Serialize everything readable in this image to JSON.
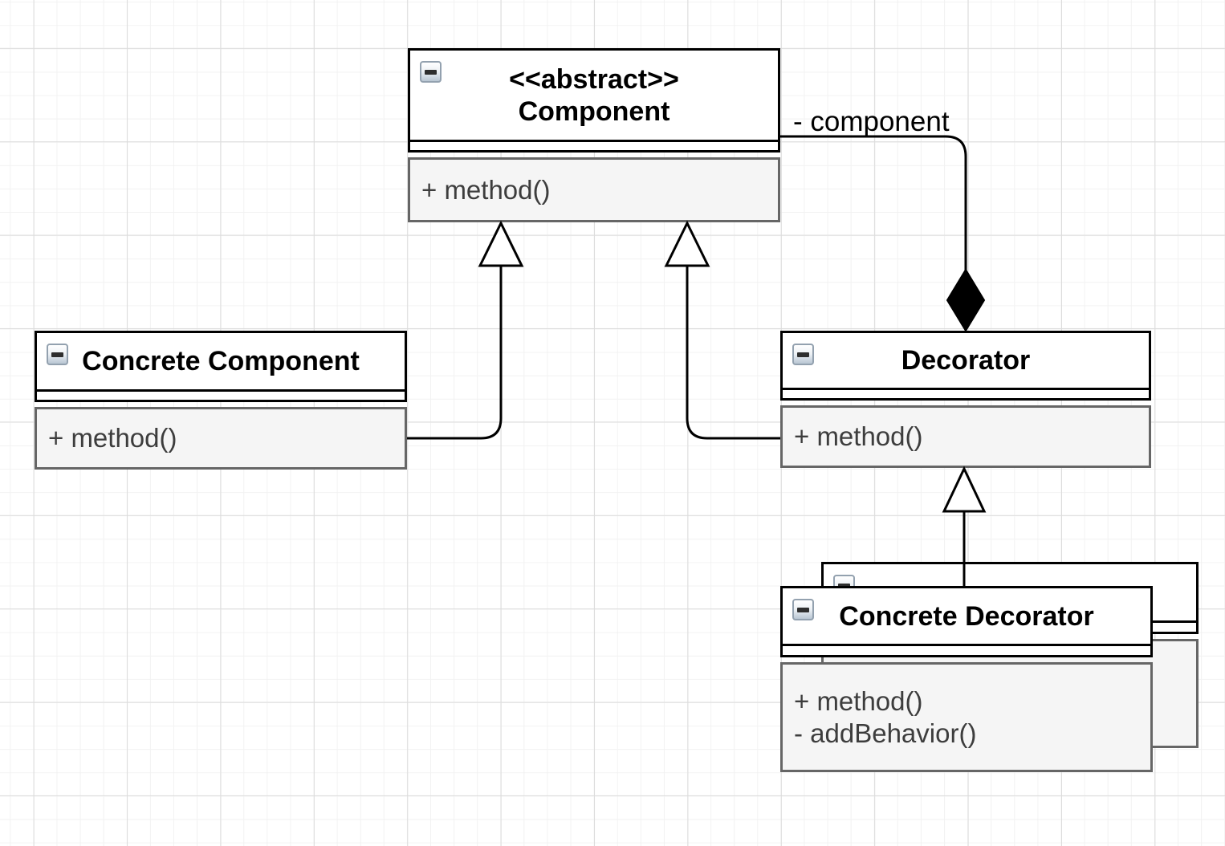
{
  "canvas": {
    "kind": "UML class diagram — Decorator pattern",
    "grid": {
      "background": "#ffffff",
      "minor_line_color": "#f2f2f2",
      "major_line_color": "#dcdcdc"
    }
  },
  "classes": [
    {
      "id": "component",
      "stereotype": "<<abstract>>",
      "name": "Component",
      "methods": [
        "+ method()"
      ]
    },
    {
      "id": "concrete-component",
      "stereotype": "",
      "name": "Concrete Component",
      "methods": [
        "+ method()"
      ]
    },
    {
      "id": "decorator",
      "stereotype": "",
      "name": "Decorator",
      "methods": [
        "+ method()"
      ]
    },
    {
      "id": "concrete-decorator",
      "stereotype": "",
      "name": "Concrete Decorator",
      "methods": [
        "+ method()",
        "- addBehavior()"
      ]
    },
    {
      "id": "concrete-decorator-back",
      "stereotype": "",
      "name": "",
      "methods": []
    }
  ],
  "relationships": [
    {
      "type": "generalization",
      "from": "concrete-component",
      "to": "component",
      "label": ""
    },
    {
      "type": "generalization",
      "from": "decorator",
      "to": "component",
      "label": ""
    },
    {
      "type": "generalization",
      "from": "concrete-decorator",
      "to": "decorator",
      "label": ""
    },
    {
      "type": "composition",
      "from": "component",
      "to": "decorator",
      "label": "- component"
    }
  ],
  "icons": {
    "collapse": "minus-button"
  },
  "colors": {
    "class_border": "#000000",
    "methods_border": "#666666",
    "methods_fill": "#f5f5f5",
    "method_text": "#3d3d3d",
    "title_text": "#000000",
    "connector": "#000000",
    "diamond_fill": "#000000"
  }
}
